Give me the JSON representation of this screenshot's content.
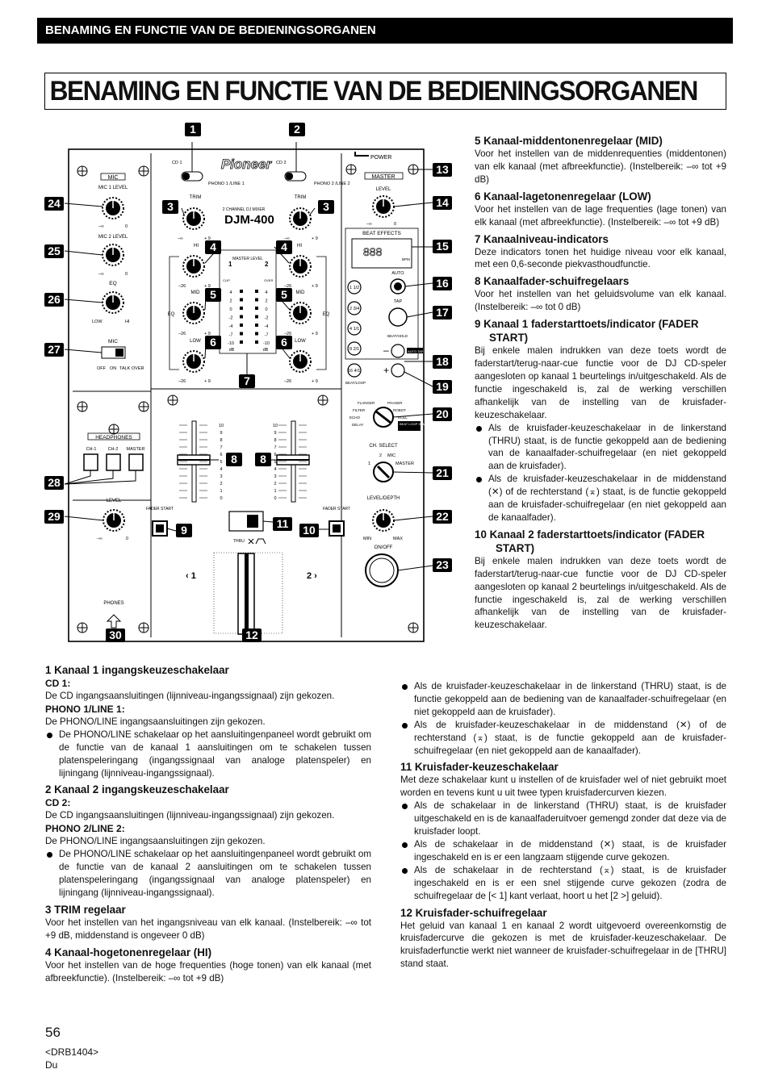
{
  "header": {
    "running_title": "BENAMING EN FUNCTIE VAN DE BEDIENINGSORGANEN"
  },
  "page_title": "BENAMING EN FUNCTIE VAN DE BEDIENINGSORGANEN",
  "diagram": {
    "callouts": [
      "1",
      "2",
      "3",
      "3",
      "4",
      "4",
      "5",
      "5",
      "6",
      "6",
      "7",
      "8",
      "8",
      "9",
      "10",
      "11",
      "12",
      "13",
      "14",
      "15",
      "16",
      "17",
      "18",
      "19",
      "20",
      "21",
      "22",
      "23",
      "24",
      "25",
      "26",
      "27",
      "28",
      "29",
      "30"
    ],
    "labels": {
      "brand": "Pioneer",
      "model": "DJM-400",
      "model_sub": "2 CHANNEL DJ MIXER",
      "power": "POWER",
      "mic": "MIC",
      "mic1_level": "MIC 1 LEVEL",
      "mic2_level": "MIC 2 LEVEL",
      "eq": "EQ",
      "low": "LOW",
      "hi": "HI",
      "mic_switch": "MIC",
      "mic_off": "OFF",
      "mic_on": "ON",
      "mic_talkover": "TALK OVER",
      "headphones": "HEADPHONES",
      "ch1": "CH-1",
      "ch2": "CH-2",
      "master_btn": "MASTER",
      "level": "LEVEL",
      "phones": "PHONES",
      "cd1": "CD 1",
      "phono1": "PHONO 1 /LINE 1",
      "cd2": "CD 2",
      "phono2": "PHONO 2 /LINE 2",
      "trim": "TRIM",
      "mid": "MID",
      "master_level": "MASTER LEVEL",
      "ch1_num": "1",
      "ch2_num": "2",
      "db": "dB",
      "clip": "CLIP",
      "over": "OVER",
      "meter_scale": [
        "4",
        "2",
        "0",
        "-2",
        "-4",
        "-7",
        "-10"
      ],
      "fader_scale": [
        "10",
        "9",
        "8",
        "7",
        "6",
        "5",
        "4",
        "3",
        "2",
        "1",
        "0"
      ],
      "fader_start": "FADER START",
      "thru": "THRU",
      "xf_left": "‹ 1",
      "xf_right": "2 ›",
      "master": "MASTER",
      "beat_effects": "BEAT EFFECTS",
      "display": "888",
      "bpm": "BPM",
      "auto": "AUTO",
      "tap": "TAP",
      "beat_1_2": "1 1/2",
      "beat_3_4": "2 3/4",
      "beat_1_1": "4 1/1",
      "beat_2_1": "8 2/1",
      "beat_4_1": "16 4/1",
      "beat_hold": "BEAT/HOLD",
      "beat_loop": "BEAT/LOOP",
      "minus": "–",
      "plus": "+",
      "auto_tap": "AUTO TAP",
      "flanger": "FLANGER",
      "phaser": "PHASER",
      "filter": "FILTER",
      "robot": "ROBOT",
      "echo": "ECHO",
      "roll": "ROLL",
      "delay": "DELAY",
      "loop_sampler": "BEAT LOOP SAMPLER",
      "ch_select": "CH. SELECT",
      "ch_select_2": "2",
      "ch_select_mic": "MIC",
      "ch_select_1": "1",
      "ch_select_master": "MASTER",
      "level_depth": "LEVEL/DEPTH",
      "min": "MIN",
      "max": "MAX",
      "on_off": "ON/OFF",
      "minus_inf": "–∞",
      "zero": "0",
      "plus9": "+ 9",
      "minus26": "–26"
    }
  },
  "left_column": {
    "s1": {
      "heading": "1  Kanaal 1 ingangskeuzeschakelaar",
      "cd_h": "CD 1:",
      "cd_p": "De CD ingangsaansluitingen (lijnniveau-ingangssignaal) zijn gekozen.",
      "ph_h": "PHONO 1/LINE 1:",
      "ph_p": "De PHONO/LINE ingangsaansluitingen zijn gekozen.",
      "bullet": "De PHONO/LINE schakelaar op het aansluitingenpaneel wordt gebruikt om de functie van de kanaal 1 aansluitingen om te schakelen tussen platenspeleringang (ingangssignaal van analoge platenspeler) en lijningang (lijnniveau-ingangssignaal)."
    },
    "s2": {
      "heading": "2  Kanaal 2 ingangskeuzeschakelaar",
      "cd_h": "CD 2:",
      "cd_p": "De CD ingangsaansluitingen (lijnniveau-ingangssignaal) zijn gekozen.",
      "ph_h": "PHONO 2/LINE 2:",
      "ph_p": "De PHONO/LINE ingangsaansluitingen zijn gekozen.",
      "bullet": "De PHONO/LINE schakelaar op het aansluitingenpaneel wordt gebruikt om de functie van de kanaal 2 aansluitingen om te schakelen tussen platenspeleringang (ingangssignaal van analoge platenspeler) en lijningang (lijnniveau-ingangssignaal)."
    },
    "s3": {
      "heading": "3  TRIM regelaar",
      "text": "Voor het instellen van het ingangsniveau van elk kanaal. (Instelbereik: –∞ tot +9 dB, middenstand is ongeveer 0 dB)"
    },
    "s4": {
      "heading": "4  Kanaal-hogetonenregelaar (HI)",
      "text": "Voor het instellen van de hoge frequenties (hoge tonen) van elk kanaal (met afbreekfunctie). (Instelbereik: –∞ tot +9 dB)"
    }
  },
  "right_column": {
    "s5": {
      "heading": "5  Kanaal-middentonenregelaar (MID)",
      "text": "Voor het instellen van de middenrequenties (middentonen) van elk kanaal (met afbreekfunctie). (Instelbereik: –∞ tot +9 dB)"
    },
    "s6": {
      "heading": "6  Kanaal-lagetonenregelaar (LOW)",
      "text": "Voor het instellen van de lage frequenties (lage tonen) van elk kanaal (met afbreekfunctie). (Instelbereik: –∞ tot +9 dB)"
    },
    "s7": {
      "heading": "7  Kanaalniveau-indicators",
      "text": "Deze indicators tonen het huidige niveau voor elk kanaal, met een 0,6-seconde piekvasthoudfunctie."
    },
    "s8": {
      "heading": "8  Kanaalfader-schuifregelaars",
      "text": "Voor het instellen van het geluidsvolume van elk kanaal. (Instelbereik: –∞ tot 0 dB)"
    },
    "s9": {
      "heading": "9  Kanaal 1 faderstarttoets/indicator (FADER START)",
      "text": "Bij enkele malen indrukken van deze toets wordt de faderstart/terug-naar-cue functie voor de DJ CD-speler aangesloten op kanaal 1 beurtelings in/uitgeschakeld. Als de functie ingeschakeld is, zal de werking verschillen afhankelijk van de instelling van de kruisfader-keuzeschakelaar.",
      "b1": "Als de kruisfader-keuzeschakelaar in de linkerstand (THRU) staat, is de functie gekoppeld aan de bediening van de kanaalfader-schuifregelaar (en niet gekoppeld aan de kruisfader).",
      "b2": "Als de kruisfader-keuzeschakelaar in de middenstand (✕) of de rechterstand (⌅) staat, is de functie gekoppeld aan de kruisfader-schuifregelaar (en niet gekoppeld aan de kanaalfader)."
    },
    "s10": {
      "heading": "10  Kanaal 2 faderstarttoets/indicator (FADER START)",
      "text": "Bij enkele malen indrukken van deze toets wordt de faderstart/terug-naar-cue functie voor de DJ CD-speler aangesloten op kanaal 2 beurtelings in/uitgeschakeld. Als de functie ingeschakeld is, zal de werking verschillen afhankelijk van de instelling van de kruisfader-keuzeschakelaar.",
      "b1": "Als de kruisfader-keuzeschakelaar in de linkerstand (THRU) staat, is de functie gekoppeld aan de bediening van de kanaalfader-schuifregelaar (en niet gekoppeld aan de kruisfader).",
      "b2": "Als de kruisfader-keuzeschakelaar in de middenstand (✕) of de rechterstand (⌅) staat, is de functie gekoppeld aan de kruisfader-schuifregelaar (en niet gekoppeld aan de kanaalfader)."
    },
    "s11": {
      "heading": "11  Kruisfader-keuzeschakelaar",
      "text": "Met deze schakelaar kunt u instellen of de kruisfader wel of niet gebruikt moet worden en tevens kunt u uit twee typen kruisfadercurven kiezen.",
      "b1": "Als de schakelaar in de linkerstand (THRU) staat, is de kruisfader uitgeschakeld en is de kanaalfaderuitvoer gemengd zonder dat deze via de kruisfader loopt.",
      "b2": "Als de schakelaar in de middenstand (✕) staat, is de kruisfader ingeschakeld en is er een langzaam stijgende curve gekozen.",
      "b3": "Als de schakelaar in de rechterstand (⌅) staat, is de kruisfader ingeschakeld en is er een snel stijgende curve gekozen (zodra de schuifregelaar de [< 1] kant verlaat, hoort u het [2 >] geluid)."
    },
    "s12": {
      "heading": "12  Kruisfader-schuifregelaar",
      "text": "Het geluid van kanaal 1 en kanaal 2 wordt uitgevoerd overeenkomstig de kruisfadercurve die gekozen is met de kruisfader-keuzeschakelaar. De kruisfaderfunctie werkt niet wanneer de kruisfader-schuifregelaar in de [THRU] stand staat."
    }
  },
  "footer": {
    "page_number": "56",
    "doc_code": "<DRB1404>",
    "language": "Du"
  }
}
